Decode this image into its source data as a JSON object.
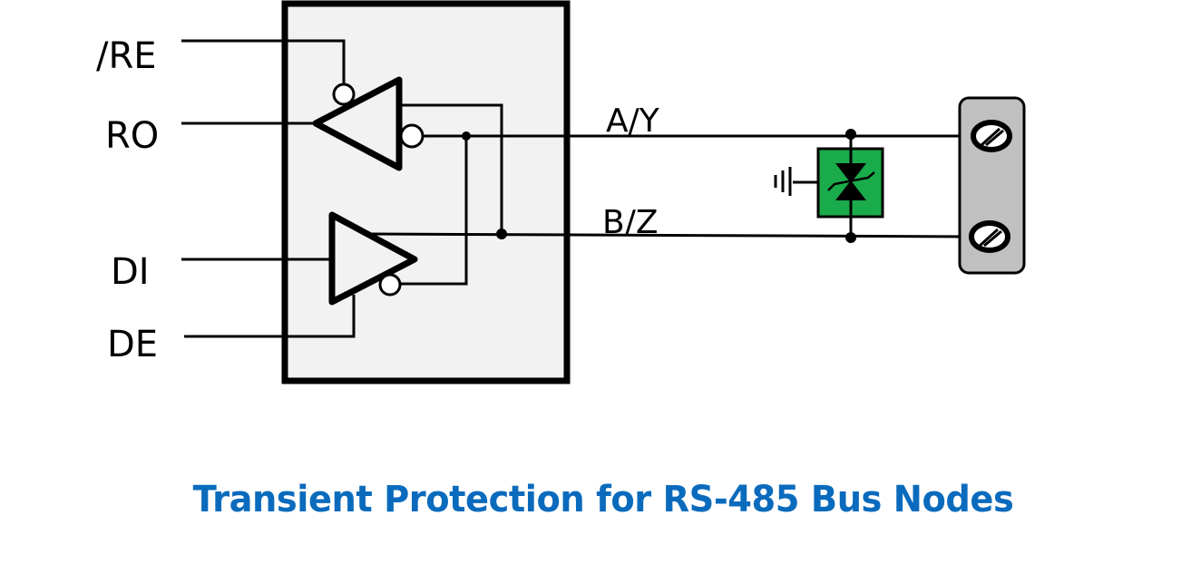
{
  "title": "Transient Protection for RS-485 Bus Nodes",
  "pins": {
    "re": "/RE",
    "ro": "RO",
    "di": "DI",
    "de": "DE"
  },
  "bus": {
    "a": "A/Y",
    "b": "B/Z"
  },
  "components": {
    "transceiver": "RS-485 transceiver",
    "receiver": "receiver buffer",
    "driver": "driver buffer",
    "tvs": "bidirectional TVS diode",
    "ground": "ground",
    "terminal_block": "2-pin screw terminal"
  },
  "colors": {
    "title": "#0a6bbd",
    "tvs_fill": "#1aab4b",
    "ic_fill": "#f2f2f2",
    "terminal_fill": "#c0c0c0"
  }
}
